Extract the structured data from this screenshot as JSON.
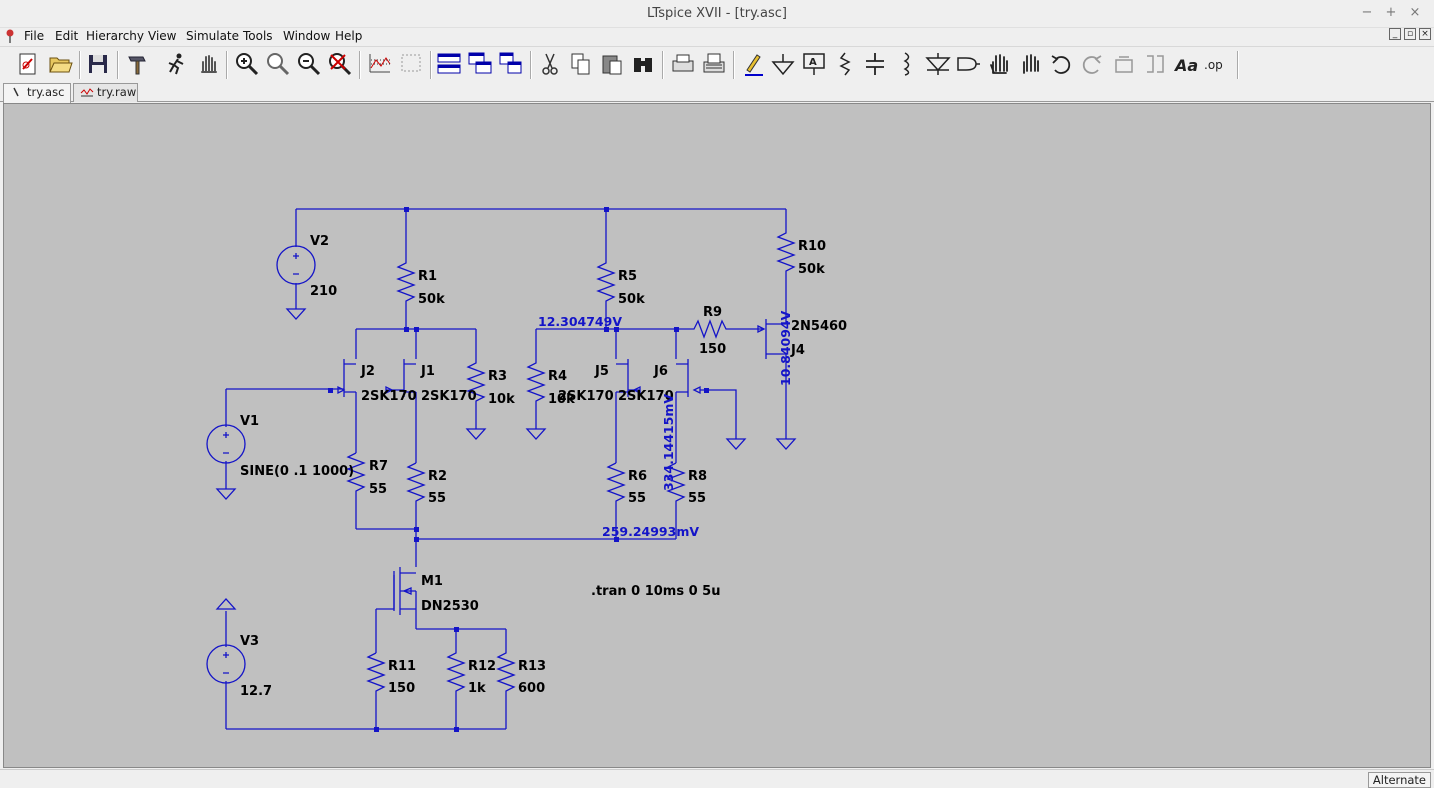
{
  "window": {
    "title": "LTspice XVII - [try.asc]",
    "controls": {
      "minimize": "−",
      "maximize": "+",
      "close": "×"
    }
  },
  "menu": [
    "File",
    "Edit",
    "Hierarchy",
    "View",
    "Simulate",
    "Tools",
    "Window",
    "Help"
  ],
  "tabs": [
    {
      "label": "try.asc",
      "active": true
    },
    {
      "label": "try.raw",
      "active": false
    }
  ],
  "status": {
    "mode": "Alternate"
  },
  "colors": {
    "wire": "#1414c8",
    "canvas": "#c0c0c0",
    "label": "#000000"
  },
  "schematic": {
    "components": {
      "V2": {
        "name": "V2",
        "value": "210"
      },
      "V1": {
        "name": "V1",
        "value": "SINE(0 .1 1000)"
      },
      "V3": {
        "name": "V3",
        "value": "12.7"
      },
      "R1": {
        "name": "R1",
        "value": "50k"
      },
      "R2": {
        "name": "R2",
        "value": "55"
      },
      "R3": {
        "name": "R3",
        "value": "10k"
      },
      "R4": {
        "name": "R4",
        "value": "10k"
      },
      "R5": {
        "name": "R5",
        "value": "50k"
      },
      "R6": {
        "name": "R6",
        "value": "55"
      },
      "R7": {
        "name": "R7",
        "value": "55"
      },
      "R8": {
        "name": "R8",
        "value": "55"
      },
      "R9": {
        "name": "R9",
        "value": "150"
      },
      "R10": {
        "name": "R10",
        "value": "50k"
      },
      "R11": {
        "name": "R11",
        "value": "150"
      },
      "R12": {
        "name": "R12",
        "value": "1k"
      },
      "R13": {
        "name": "R13",
        "value": "600"
      },
      "J1": {
        "name": "J1",
        "value": "2SK170"
      },
      "J2": {
        "name": "J2",
        "value": "2SK170"
      },
      "J5": {
        "name": "J5",
        "value": "2SK170"
      },
      "J6": {
        "name": "J6",
        "value": "2SK170"
      },
      "J4": {
        "name": "J4",
        "value": "2N5460"
      },
      "M1": {
        "name": "M1",
        "value": "DN2530"
      }
    },
    "node_voltages": {
      "n1": "12.304749V",
      "n2": "10.84094V",
      "n3": "334.14415mV",
      "n4": "259.24993mV"
    },
    "directive": ".tran 0 10ms 0 5u"
  }
}
